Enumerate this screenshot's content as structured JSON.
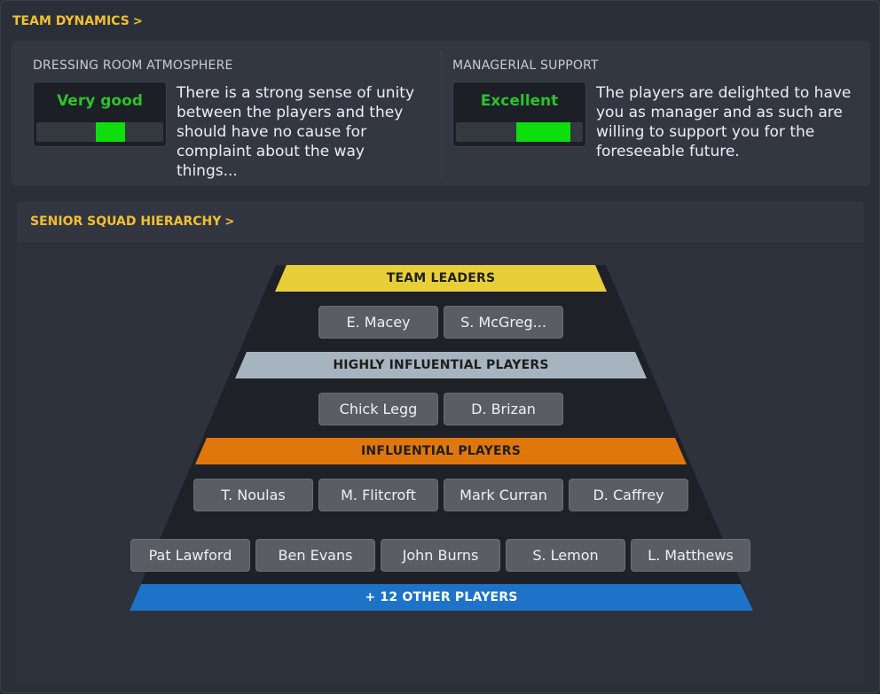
{
  "header": {
    "title": "TEAM DYNAMICS",
    "chevron": ">"
  },
  "dressing_room": {
    "title": "DRESSING ROOM ATMOSPHERE",
    "rating": "Very good",
    "level": 0.7,
    "description": "There is a strong sense of unity between the players and they should have no cause for complaint about the way things..."
  },
  "managerial_support": {
    "title": "MANAGERIAL SUPPORT",
    "rating": "Excellent",
    "level": 0.9,
    "description": "The players are delighted to have you as manager and as such are willing to support you for the foreseeable future."
  },
  "hierarchy": {
    "title": "SENIOR SQUAD HIERARCHY",
    "chevron": ">",
    "tiers": [
      {
        "label": "TEAM LEADERS",
        "color": "#e8cf3a",
        "text_color": "#1e1e1e",
        "players": [
          "E. Macey",
          "S. McGreg..."
        ]
      },
      {
        "label": "HIGHLY INFLUENTIAL PLAYERS",
        "color": "#a6b4bf",
        "text_color": "#1e1e1e",
        "players": [
          "Chick Legg",
          "D. Brizan"
        ]
      },
      {
        "label": "INFLUENTIAL PLAYERS",
        "color": "#e0770d",
        "text_color": "#1e1e1e",
        "players": [
          "T. Noulas",
          "M. Flitcroft",
          "Mark Curran",
          "D. Caffrey"
        ]
      },
      {
        "label": "+ 12 OTHER PLAYERS",
        "color": "#1e72c8",
        "text_color": "#ffffff",
        "players": [
          "Pat Lawford",
          "Ben Evans",
          "John Burns",
          "S. Lemon",
          "L. Matthews"
        ]
      }
    ]
  },
  "colors": {
    "accent": "#f2c12e",
    "gauge_label": "#2ec12c",
    "gauge_fill": "#0ede0e",
    "pyramid_body": "#1f2128"
  }
}
